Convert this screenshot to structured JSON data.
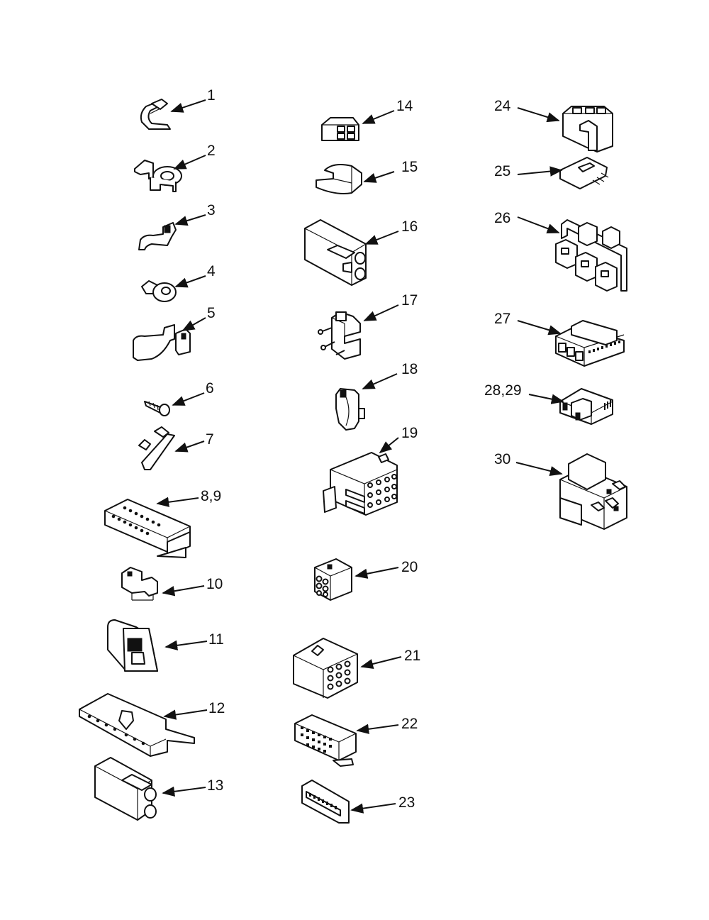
{
  "diagram": {
    "callouts": [
      {
        "id": "p1",
        "text": "1"
      },
      {
        "id": "p2",
        "text": "2"
      },
      {
        "id": "p3",
        "text": "3"
      },
      {
        "id": "p4",
        "text": "4"
      },
      {
        "id": "p5",
        "text": "5"
      },
      {
        "id": "p6",
        "text": "6"
      },
      {
        "id": "p7",
        "text": "7"
      },
      {
        "id": "p8_9",
        "text": "8,9"
      },
      {
        "id": "p10",
        "text": "10"
      },
      {
        "id": "p11",
        "text": "11"
      },
      {
        "id": "p12",
        "text": "12"
      },
      {
        "id": "p13",
        "text": "13"
      },
      {
        "id": "p14",
        "text": "14"
      },
      {
        "id": "p15",
        "text": "15"
      },
      {
        "id": "p16",
        "text": "16"
      },
      {
        "id": "p17",
        "text": "17"
      },
      {
        "id": "p18",
        "text": "18"
      },
      {
        "id": "p19",
        "text": "19"
      },
      {
        "id": "p20",
        "text": "20"
      },
      {
        "id": "p21",
        "text": "21"
      },
      {
        "id": "p22",
        "text": "22"
      },
      {
        "id": "p23",
        "text": "23"
      },
      {
        "id": "p24",
        "text": "24"
      },
      {
        "id": "p25",
        "text": "25"
      },
      {
        "id": "p26",
        "text": "26"
      },
      {
        "id": "p27",
        "text": "27"
      },
      {
        "id": "p28_29",
        "text": "28,29"
      },
      {
        "id": "p30",
        "text": "30"
      }
    ]
  }
}
